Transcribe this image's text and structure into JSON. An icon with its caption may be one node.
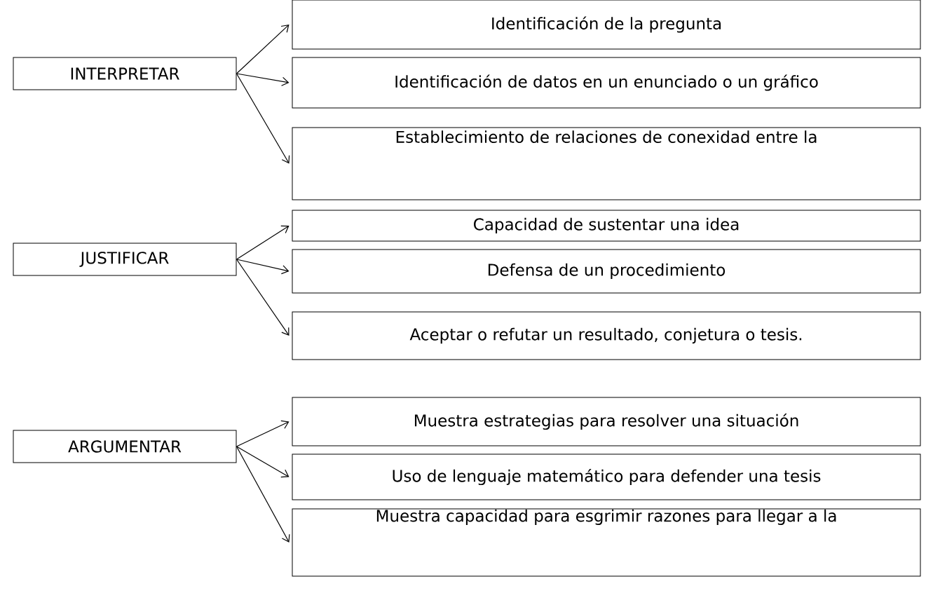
{
  "diagram": {
    "nodes": [
      {
        "text": [
          "INTERPRETAR"
        ]
      },
      {
        "text": [
          "Identificación de la pregunta"
        ]
      },
      {
        "text": [
          "Identificación de datos en un enunciado o un gráfico"
        ]
      },
      {
        "text": [
          "Establecimiento de relaciones de conexidad entre la"
        ]
      },
      {
        "text": [
          "JUSTIFICAR"
        ]
      },
      {
        "text": [
          "Capacidad de sustentar una idea"
        ]
      },
      {
        "text": [
          "Defensa de un procedimiento"
        ]
      },
      {
        "text": [
          "Aceptar o refutar un resultado, conjetura o tesis."
        ]
      },
      {
        "text": [
          "ARGUMENTAR"
        ]
      },
      {
        "text": [
          "Muestra estrategias para resolver una situación"
        ]
      },
      {
        "text": [
          "Uso de lenguaje matemático para defender una tesis"
        ]
      },
      {
        "text": [
          "Muestra capacidad para esgrimir razones para llegar a la"
        ]
      }
    ],
    "edges": [
      {
        "from": 0,
        "to": 1,
        "arrow": "to"
      },
      {
        "from": 0,
        "to": 2,
        "arrow": "to"
      },
      {
        "from": 0,
        "to": 3,
        "arrow": "to"
      },
      {
        "from": 4,
        "to": 5,
        "arrow": "to"
      },
      {
        "from": 4,
        "to": 6,
        "arrow": "to"
      },
      {
        "from": 4,
        "to": 7,
        "arrow": "to"
      },
      {
        "from": 8,
        "to": 9,
        "arrow": "to"
      },
      {
        "from": 8,
        "to": 10,
        "arrow": "to"
      },
      {
        "from": 8,
        "to": 11,
        "arrow": "to"
      }
    ]
  }
}
